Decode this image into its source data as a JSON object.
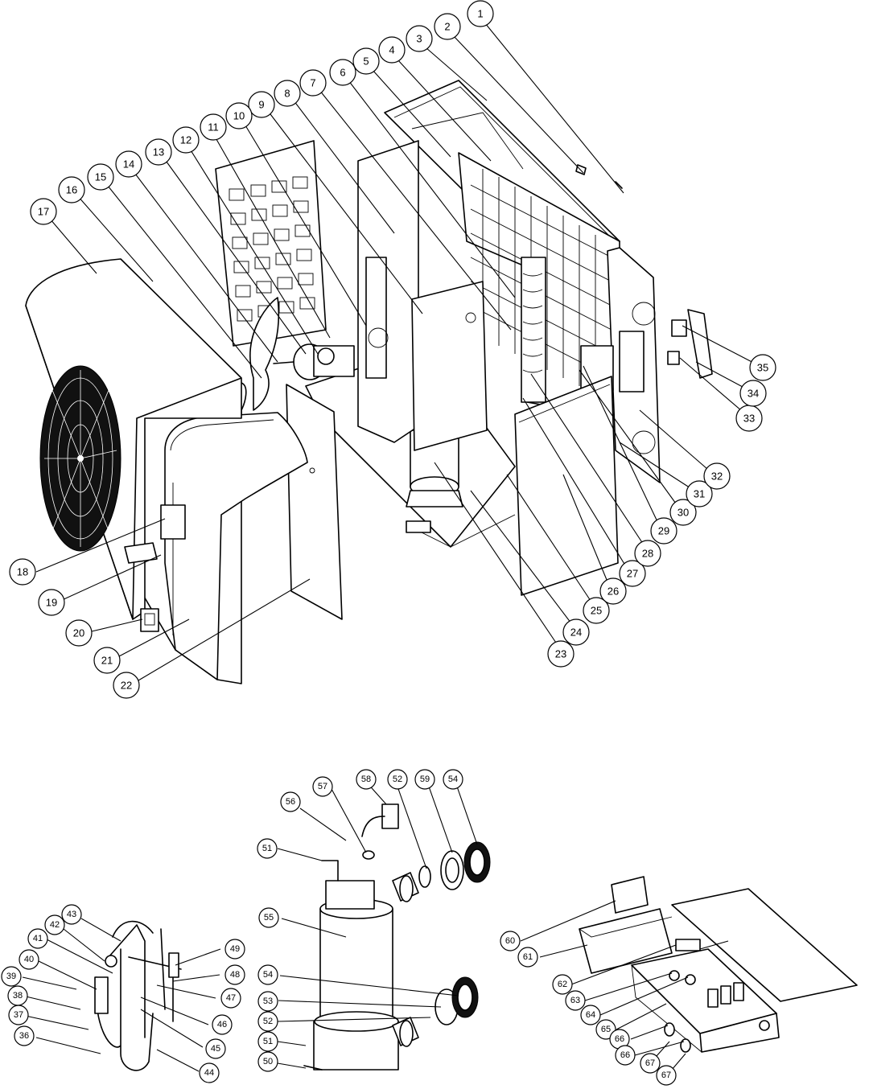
{
  "callouts": [
    {
      "id": "1",
      "label": "1"
    },
    {
      "id": "2",
      "label": "2"
    },
    {
      "id": "3",
      "label": "3"
    },
    {
      "id": "4",
      "label": "4"
    },
    {
      "id": "5",
      "label": "5"
    },
    {
      "id": "6",
      "label": "6"
    },
    {
      "id": "7",
      "label": "7"
    },
    {
      "id": "8",
      "label": "8"
    },
    {
      "id": "9",
      "label": "9"
    },
    {
      "id": "10",
      "label": "10"
    },
    {
      "id": "11",
      "label": "11"
    },
    {
      "id": "12",
      "label": "12"
    },
    {
      "id": "13",
      "label": "13"
    },
    {
      "id": "14",
      "label": "14"
    },
    {
      "id": "15",
      "label": "15"
    },
    {
      "id": "16",
      "label": "16"
    },
    {
      "id": "17",
      "label": "17"
    },
    {
      "id": "18",
      "label": "18"
    },
    {
      "id": "19",
      "label": "19"
    },
    {
      "id": "20",
      "label": "20"
    },
    {
      "id": "21",
      "label": "21"
    },
    {
      "id": "22",
      "label": "22"
    },
    {
      "id": "23",
      "label": "23"
    },
    {
      "id": "24",
      "label": "24"
    },
    {
      "id": "25",
      "label": "25"
    },
    {
      "id": "26",
      "label": "26"
    },
    {
      "id": "27",
      "label": "27"
    },
    {
      "id": "28",
      "label": "28"
    },
    {
      "id": "29",
      "label": "29"
    },
    {
      "id": "30",
      "label": "30"
    },
    {
      "id": "31",
      "label": "31"
    },
    {
      "id": "32",
      "label": "32"
    },
    {
      "id": "33",
      "label": "33"
    },
    {
      "id": "34",
      "label": "34"
    },
    {
      "id": "35",
      "label": "35"
    },
    {
      "id": "36",
      "label": "36"
    },
    {
      "id": "37",
      "label": "37"
    },
    {
      "id": "38",
      "label": "38"
    },
    {
      "id": "39",
      "label": "39"
    },
    {
      "id": "40",
      "label": "40"
    },
    {
      "id": "41",
      "label": "41"
    },
    {
      "id": "42",
      "label": "42"
    },
    {
      "id": "43",
      "label": "43"
    },
    {
      "id": "44",
      "label": "44"
    },
    {
      "id": "45",
      "label": "45"
    },
    {
      "id": "46",
      "label": "46"
    },
    {
      "id": "47",
      "label": "47"
    },
    {
      "id": "48",
      "label": "48"
    },
    {
      "id": "49",
      "label": "49"
    },
    {
      "id": "50",
      "label": "50"
    },
    {
      "id": "51a",
      "label": "51"
    },
    {
      "id": "51b",
      "label": "51"
    },
    {
      "id": "52a",
      "label": "52"
    },
    {
      "id": "52b",
      "label": "52"
    },
    {
      "id": "53",
      "label": "53"
    },
    {
      "id": "54a",
      "label": "54"
    },
    {
      "id": "54b",
      "label": "54"
    },
    {
      "id": "55",
      "label": "55"
    },
    {
      "id": "56",
      "label": "56"
    },
    {
      "id": "57",
      "label": "57"
    },
    {
      "id": "58",
      "label": "58"
    },
    {
      "id": "59",
      "label": "59"
    },
    {
      "id": "60",
      "label": "60"
    },
    {
      "id": "61",
      "label": "61"
    },
    {
      "id": "62",
      "label": "62"
    },
    {
      "id": "63",
      "label": "63"
    },
    {
      "id": "64",
      "label": "64"
    },
    {
      "id": "65",
      "label": "65"
    },
    {
      "id": "66a",
      "label": "66"
    },
    {
      "id": "66b",
      "label": "66"
    },
    {
      "id": "67a",
      "label": "67"
    },
    {
      "id": "67b",
      "label": "67"
    }
  ]
}
